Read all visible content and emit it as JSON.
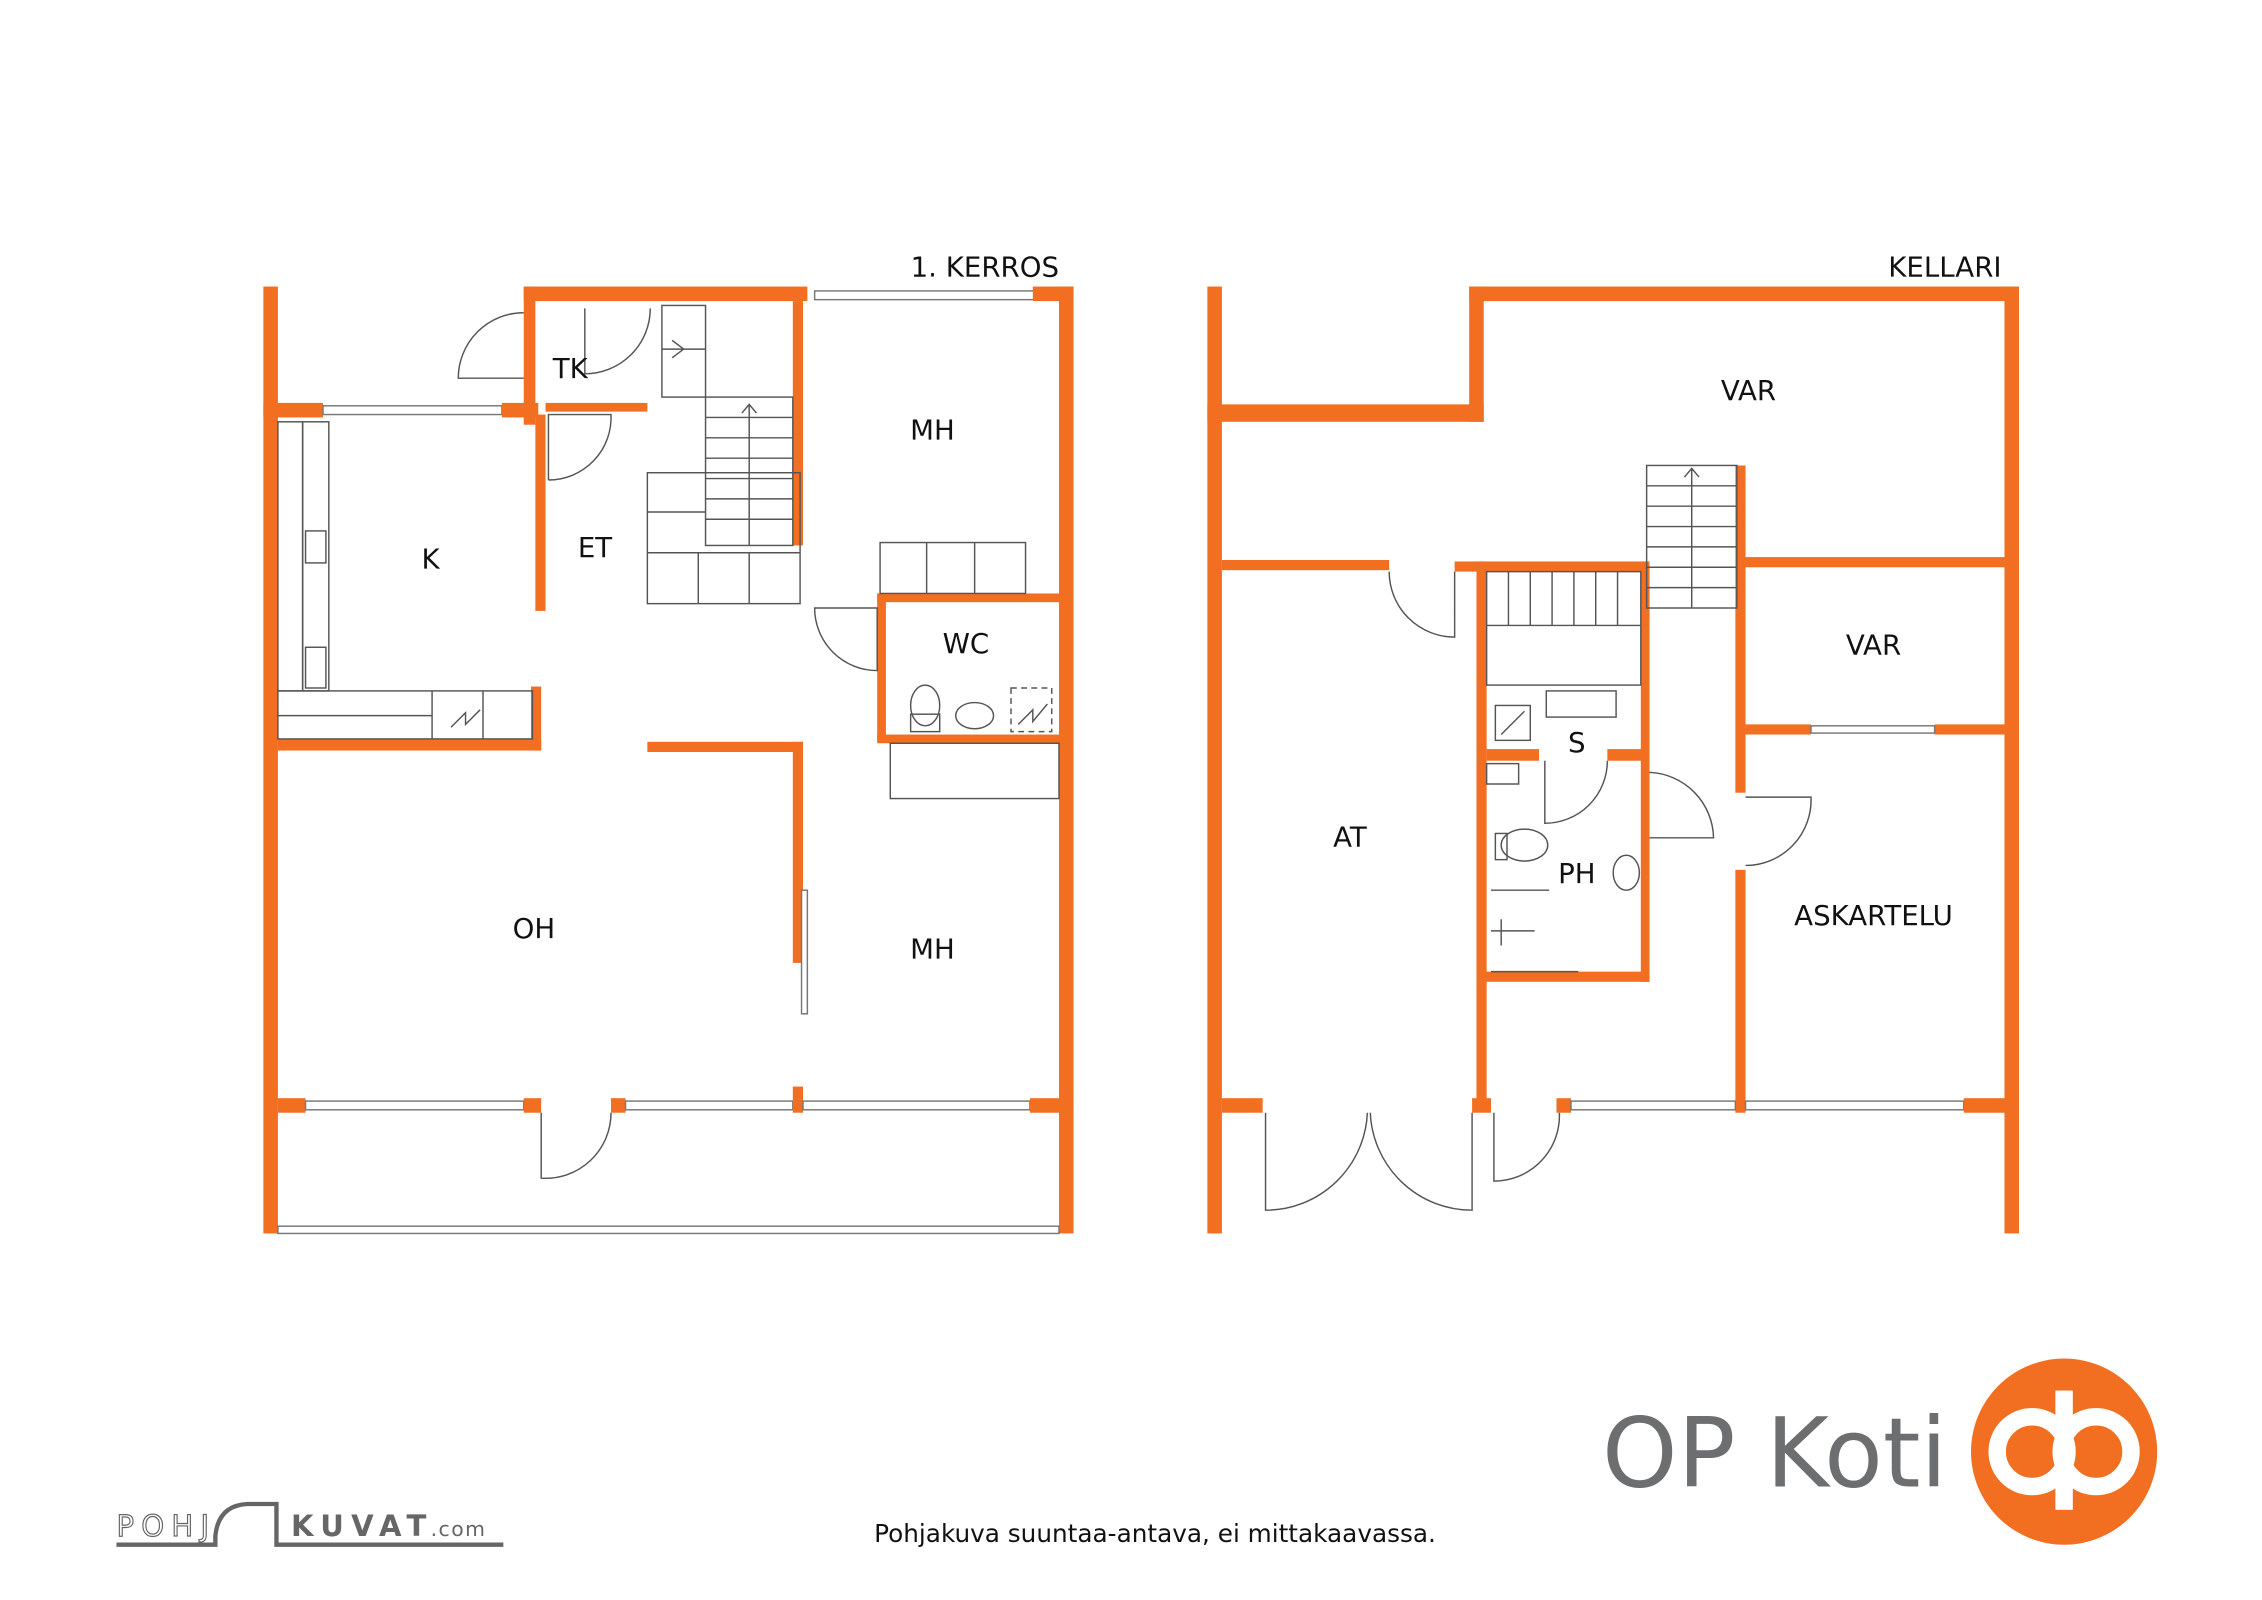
{
  "floors": [
    {
      "title": "1. KERROS",
      "rooms": [
        "TK",
        "MH",
        "K",
        "ET",
        "WC",
        "OH",
        "MH"
      ]
    },
    {
      "title": "KELLARI",
      "rooms": [
        "VAR",
        "VAR",
        "AT",
        "S",
        "PH",
        "ASKARTELU"
      ]
    }
  ],
  "footer": {
    "disclaimer": "Pohjakuva suuntaa-antava, ei mittakaavassa.",
    "credit_logo": "POHJAKUVAT.com",
    "brand": "OP Koti"
  },
  "colors": {
    "wall": "#f26f21",
    "brand_text": "#6d6e70"
  }
}
